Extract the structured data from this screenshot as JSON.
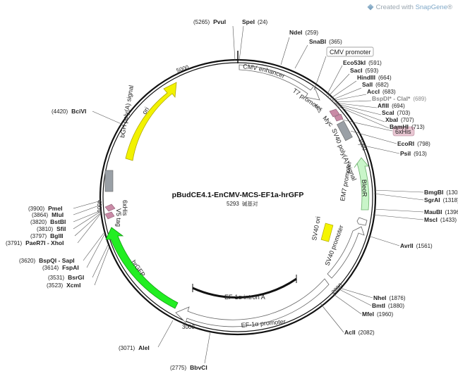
{
  "brand": {
    "prefix": "Created with ",
    "name": "SnapGene",
    "suffix": "®"
  },
  "plasmid": {
    "name": "pBudCE4.1-EnCMV-MCS-EF1a-hrGFP",
    "length_label": "5293",
    "length_unit": "碱基对",
    "ticks": [
      "1000",
      "2000",
      "3000",
      "4000",
      "5000"
    ]
  },
  "sites": [
    {
      "id": "pvui",
      "enzyme": "PvuI",
      "pos": "(5265)",
      "gray": false
    },
    {
      "id": "spei",
      "enzyme": "SpeI",
      "pos": "(24)",
      "gray": false
    },
    {
      "id": "ndei",
      "enzyme": "NdeI",
      "pos": "(259)",
      "gray": false
    },
    {
      "id": "snabi",
      "enzyme": "SnaBI",
      "pos": "(365)",
      "gray": false
    },
    {
      "id": "eco53ki",
      "enzyme": "Eco53kI",
      "pos": "(591)",
      "gray": false
    },
    {
      "id": "saci",
      "enzyme": "SacI",
      "pos": "(593)",
      "gray": false
    },
    {
      "id": "hindiii",
      "enzyme": "HindIII",
      "pos": "(664)",
      "gray": false
    },
    {
      "id": "sali",
      "enzyme": "SalI",
      "pos": "(682)",
      "gray": false
    },
    {
      "id": "acci",
      "enzyme": "AccI",
      "pos": "(683)",
      "gray": false
    },
    {
      "id": "bspdi",
      "enzyme": "BspDI* - ClaI*",
      "pos": "(689)",
      "gray": true
    },
    {
      "id": "aflii",
      "enzyme": "AflII",
      "pos": "(694)",
      "gray": false
    },
    {
      "id": "scai",
      "enzyme": "ScaI",
      "pos": "(703)",
      "gray": false
    },
    {
      "id": "xbai",
      "enzyme": "XbaI",
      "pos": "(707)",
      "gray": false
    },
    {
      "id": "bamhi",
      "enzyme": "BamHI",
      "pos": "(713)",
      "gray": false
    },
    {
      "id": "ecori",
      "enzyme": "EcoRI",
      "pos": "(798)",
      "gray": false
    },
    {
      "id": "psii",
      "enzyme": "PsiI",
      "pos": "(913)",
      "gray": false
    },
    {
      "id": "bmgbi",
      "enzyme": "BmgBI",
      "pos": "(1302)",
      "gray": false
    },
    {
      "id": "sgrai",
      "enzyme": "SgrAI",
      "pos": "(1318)",
      "gray": false
    },
    {
      "id": "maubi",
      "enzyme": "MauBI",
      "pos": "(1396)",
      "gray": false
    },
    {
      "id": "msci",
      "enzyme": "MscI",
      "pos": "(1433)",
      "gray": false
    },
    {
      "id": "avrii",
      "enzyme": "AvrII",
      "pos": "(1561)",
      "gray": false
    },
    {
      "id": "nhei",
      "enzyme": "NheI",
      "pos": "(1876)",
      "gray": false
    },
    {
      "id": "bmti",
      "enzyme": "BmtI",
      "pos": "(1880)",
      "gray": false
    },
    {
      "id": "mfei",
      "enzyme": "MfeI",
      "pos": "(1960)",
      "gray": false
    },
    {
      "id": "acli",
      "enzyme": "AclI",
      "pos": "(2082)",
      "gray": false
    },
    {
      "id": "bbvci",
      "enzyme": "BbvCI",
      "pos": "(2775)",
      "gray": false
    },
    {
      "id": "alei",
      "enzyme": "AleI",
      "pos": "(3071)",
      "gray": false
    },
    {
      "id": "xcmi",
      "enzyme": "XcmI",
      "pos": "(3523)",
      "gray": false
    },
    {
      "id": "bsrgi",
      "enzyme": "BsrGI",
      "pos": "(3531)",
      "gray": false
    },
    {
      "id": "fspai",
      "enzyme": "FspAI",
      "pos": "(3614)",
      "gray": false
    },
    {
      "id": "bspqi",
      "enzyme": "BspQI - SapI",
      "pos": "(3620)",
      "gray": false
    },
    {
      "id": "paer7i",
      "enzyme": "PaeR7I - XhoI",
      "pos": "(3791)",
      "gray": false
    },
    {
      "id": "bglii",
      "enzyme": "BglII",
      "pos": "(3797)",
      "gray": false
    },
    {
      "id": "sfii",
      "enzyme": "SfiI",
      "pos": "(3810)",
      "gray": false
    },
    {
      "id": "bstbi",
      "enzyme": "BstBI",
      "pos": "(3820)",
      "gray": false
    },
    {
      "id": "mlui",
      "enzyme": "MluI",
      "pos": "(3864)",
      "gray": false
    },
    {
      "id": "pmei",
      "enzyme": "PmeI",
      "pos": "(3900)",
      "gray": false
    },
    {
      "id": "bcivi",
      "enzyme": "BciVI",
      "pos": "(4420)",
      "gray": false
    }
  ],
  "features": {
    "cmv_enhancer": "CMV enhancer",
    "cmv_promoter": "CMV promoter",
    "t7_promoter": "T7 promoter",
    "myc": "Myc",
    "his6_top": "6xHis",
    "sv40_polya": "SV40 poly(A) signal",
    "bleor": "BleoR",
    "em7_promoter": "EM7 promoter",
    "sv40_ori": "SV40 ori",
    "sv40_promoter": "SV40 promoter",
    "ef1a_intron": "EF-1α intron A",
    "ef1a_promoter": "EF-1α promoter",
    "hrgfp": "hrGFP",
    "v5_tag": "V5 tag",
    "his6_left": "6xHis",
    "bgh_polya": "bGH poly(A) signal",
    "ori": "ori"
  },
  "colors": {
    "ori": "#f2f200",
    "hrgfp": "#22ee22",
    "bleor": "#c9f5c9",
    "sv40_ori": "#f5f500",
    "polya": "#9aa0a6",
    "tag": "#c98aa6",
    "his_box": "#e8c6d2"
  }
}
